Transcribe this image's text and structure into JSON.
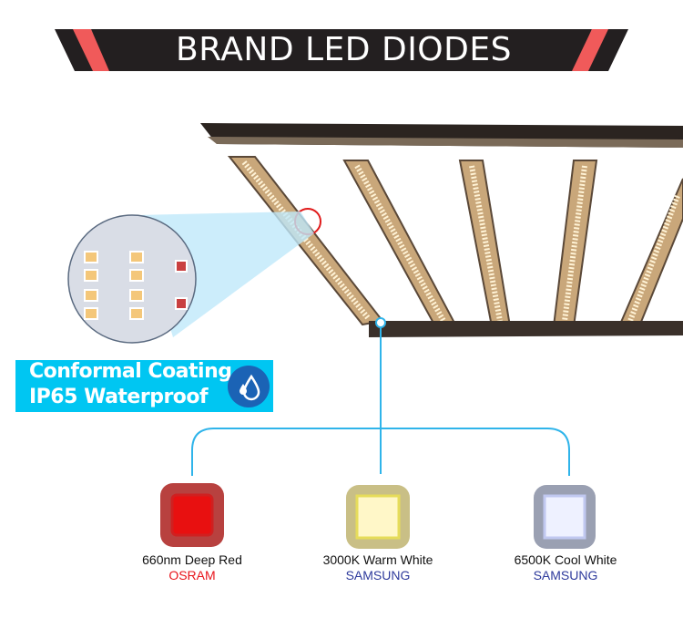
{
  "banner": {
    "title": "BRAND LED DIODES"
  },
  "coating": {
    "line1": "Conformal Coating",
    "line2": "IP65 Waterproof",
    "icon": "water-drop-icon"
  },
  "diodes": [
    {
      "name": "660nm Deep Red",
      "brand": "OSRAM",
      "brand_color": "#e8141b",
      "chip_color": "#b8413f"
    },
    {
      "name": "3000K Warm White",
      "brand": "SAMSUNG",
      "brand_color": "#2e3a9c",
      "chip_color": "#c9bf86"
    },
    {
      "name": "6500K Cool White",
      "brand": "SAMSUNG",
      "brand_color": "#2e3a9c",
      "chip_color": "#9aa0b2"
    }
  ],
  "colors": {
    "accent": "#2fb4ea",
    "banner_bg": "#231f20",
    "banner_stripe": "#f05a5a",
    "coating_bg": "#00c6f2"
  }
}
